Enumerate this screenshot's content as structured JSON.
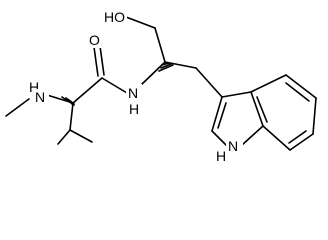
{
  "molecule": {
    "atoms": {
      "hydroxyl": "HO",
      "carbonyl_oxygen": "O",
      "amide_nitrogen": "N",
      "amide_hydrogen": "H",
      "amine": "N",
      "amine_hydrogen": "H",
      "indole_nitrogen": "N",
      "indole_hydrogen": "H"
    }
  }
}
